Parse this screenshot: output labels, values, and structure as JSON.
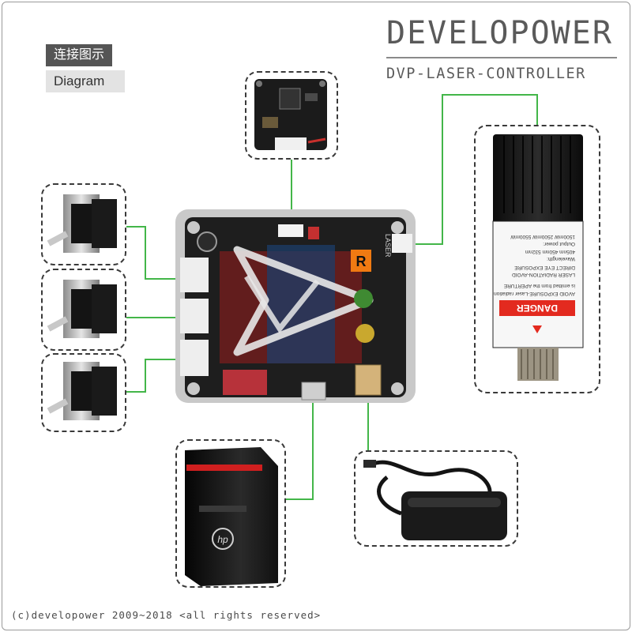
{
  "labels": {
    "chinese": "连接图示",
    "english": "Diagram"
  },
  "brand": {
    "name": "DEVELOPOWER",
    "subtitle": "DVP-LASER-CONTROLLER"
  },
  "footer": "(c)developower 2009~2018 <all rights reserved>",
  "board": {
    "badge": "R",
    "port_label": "LASER"
  },
  "laser_label": {
    "warning": "DANGER",
    "lines": [
      "AVOID EXPOSURE-Laser radiation",
      "is emitted from the APERTURE",
      "LASER RADIATION-AVOID",
      "DIRECT EYE EXPOSURE",
      "Wavelength:",
      "405nm 450nm 532nm",
      "Output power:",
      "1500mW 2500mW 5500mW"
    ]
  },
  "pc_brand": "hp",
  "colors": {
    "connector": "#43b649",
    "dash": "#3a3a3a",
    "board": "#1e1e1e",
    "board_bg": "#c9c9c9",
    "accent_red": "#d01f1f",
    "badge_orange": "#f07a12"
  }
}
